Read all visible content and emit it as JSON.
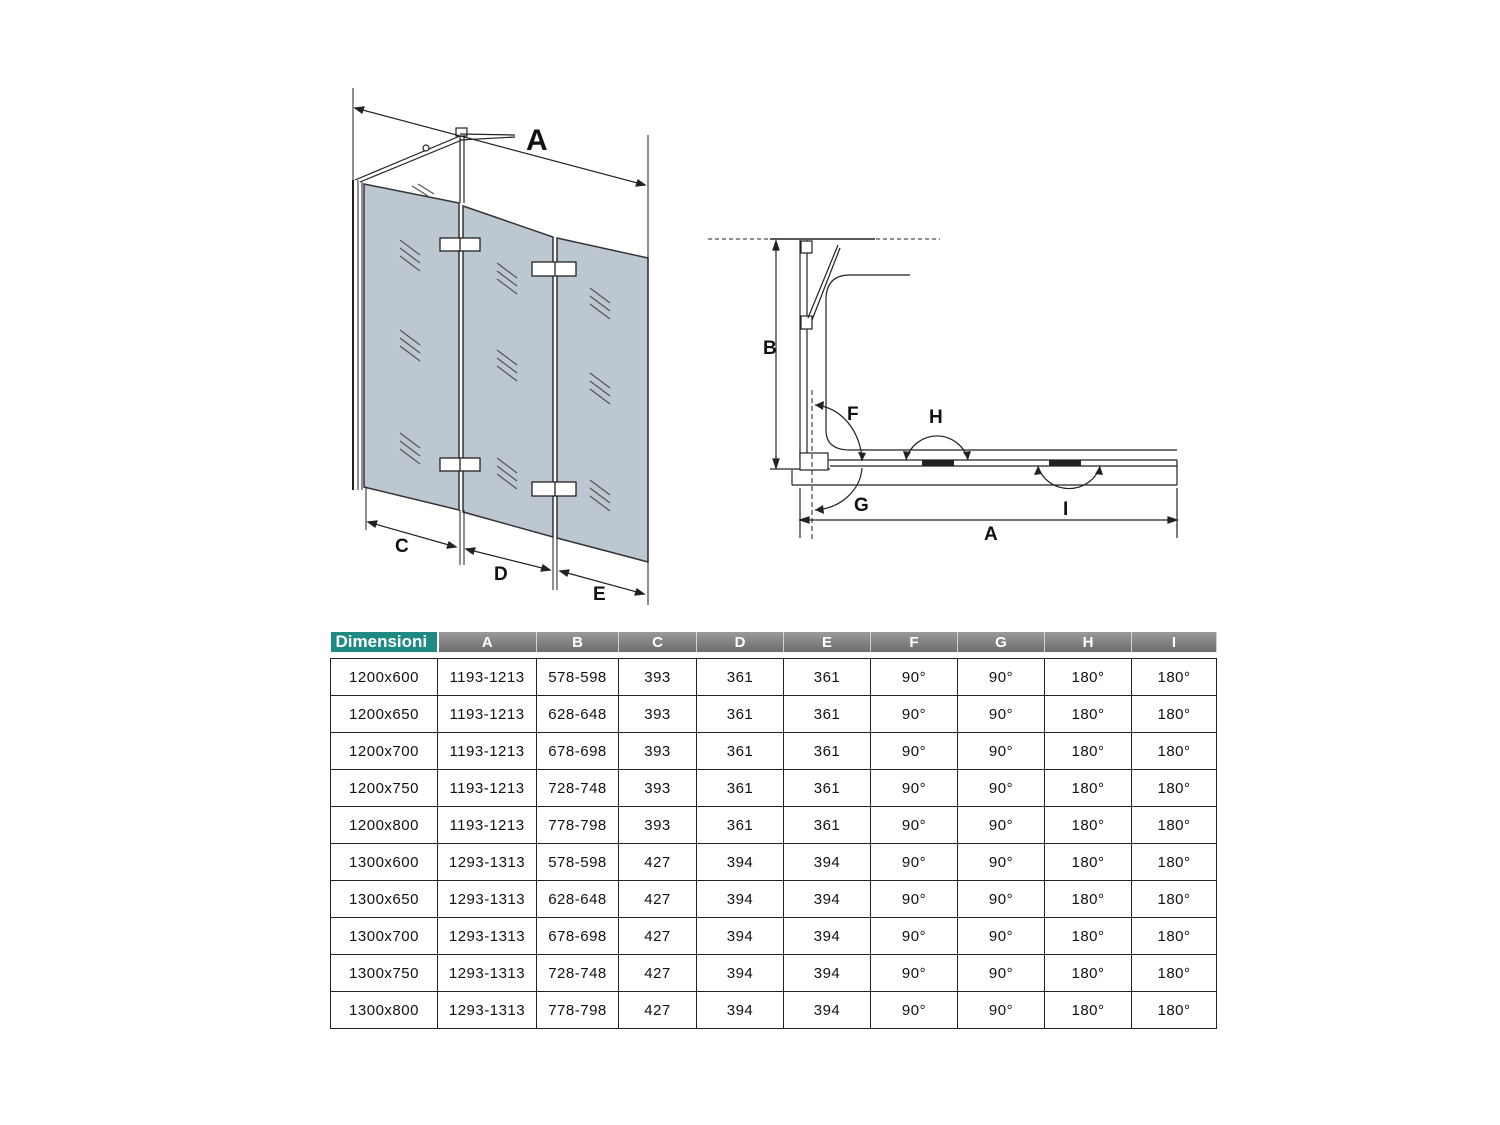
{
  "drawing_3d": {
    "labels": {
      "a": "A",
      "c": "C",
      "d": "D",
      "e": "E"
    }
  },
  "drawing_plan": {
    "labels": {
      "a": "A",
      "b": "B",
      "f": "F",
      "g": "G",
      "h": "H",
      "i": "I"
    }
  },
  "table": {
    "headers": [
      "Dimensioni",
      "A",
      "B",
      "C",
      "D",
      "E",
      "F",
      "G",
      "H",
      "I"
    ],
    "rows": [
      [
        "1200x600",
        "1193-1213",
        "578-598",
        "393",
        "361",
        "361",
        "90°",
        "90°",
        "180°",
        "180°"
      ],
      [
        "1200x650",
        "1193-1213",
        "628-648",
        "393",
        "361",
        "361",
        "90°",
        "90°",
        "180°",
        "180°"
      ],
      [
        "1200x700",
        "1193-1213",
        "678-698",
        "393",
        "361",
        "361",
        "90°",
        "90°",
        "180°",
        "180°"
      ],
      [
        "1200x750",
        "1193-1213",
        "728-748",
        "393",
        "361",
        "361",
        "90°",
        "90°",
        "180°",
        "180°"
      ],
      [
        "1200x800",
        "1193-1213",
        "778-798",
        "393",
        "361",
        "361",
        "90°",
        "90°",
        "180°",
        "180°"
      ],
      [
        "1300x600",
        "1293-1313",
        "578-598",
        "427",
        "394",
        "394",
        "90°",
        "90°",
        "180°",
        "180°"
      ],
      [
        "1300x650",
        "1293-1313",
        "628-648",
        "427",
        "394",
        "394",
        "90°",
        "90°",
        "180°",
        "180°"
      ],
      [
        "1300x700",
        "1293-1313",
        "678-698",
        "427",
        "394",
        "394",
        "90°",
        "90°",
        "180°",
        "180°"
      ],
      [
        "1300x750",
        "1293-1313",
        "728-748",
        "427",
        "394",
        "394",
        "90°",
        "90°",
        "180°",
        "180°"
      ],
      [
        "1300x800",
        "1293-1313",
        "778-798",
        "427",
        "394",
        "394",
        "90°",
        "90°",
        "180°",
        "180°"
      ]
    ]
  }
}
